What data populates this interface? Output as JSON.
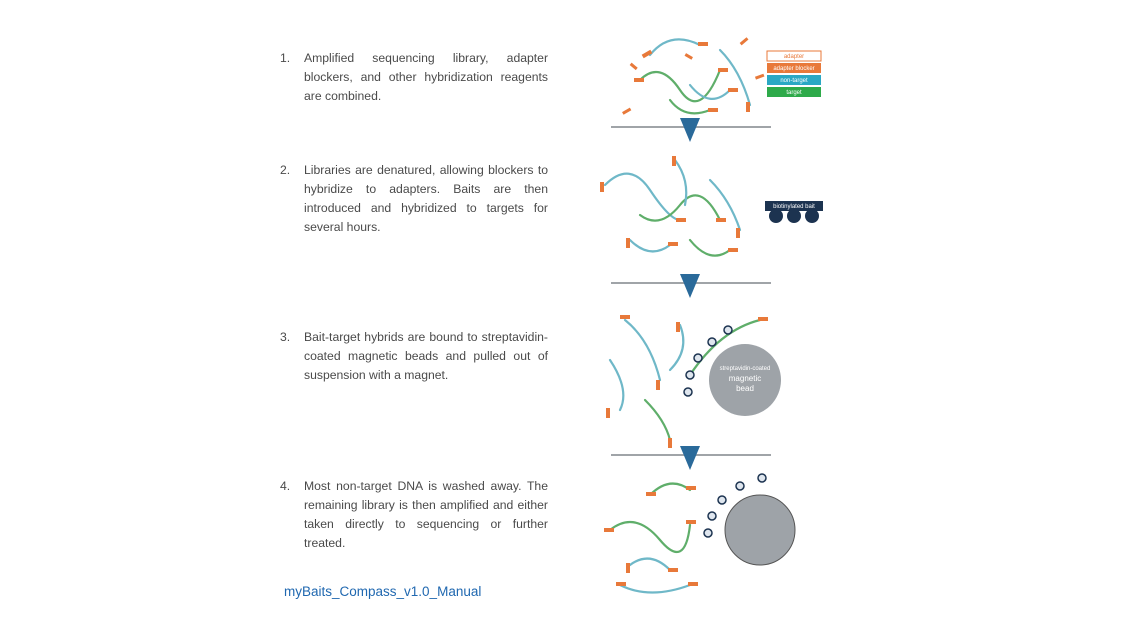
{
  "steps": [
    {
      "number": "1.",
      "text": "Amplified sequencing library, adapter blockers, and other hybridization reagents are combined."
    },
    {
      "number": "2.",
      "text": "Libraries are denatured, allowing blockers to hybridize to adapters. Baits are then introduced and hybridized to targets for several hours."
    },
    {
      "number": "3.",
      "text": "Bait-target hybrids are bound to streptavidin-coated magnetic beads and pulled out of suspension with a magnet."
    },
    {
      "number": "4.",
      "text": "Most non-target DNA is washed away. The remaining library is then amplified and either taken directly to sequencing or further treated."
    }
  ],
  "legend": [
    {
      "label": "adapter",
      "color": "#ffffff",
      "border": "#e8793a",
      "text": "#e8793a"
    },
    {
      "label": "adapter blocker",
      "color": "#e8793a"
    },
    {
      "label": "non-target",
      "color": "#2aa8c4"
    },
    {
      "label": "target",
      "color": "#2eaa4a"
    }
  ],
  "bait_label": "biotinylated bait",
  "bead_label": {
    "line1": "streptavidin-coated",
    "line2": "magnetic",
    "line3": "bead"
  },
  "colors": {
    "adapter": "#e8793a",
    "nontarget": "#6fb8c8",
    "target": "#5fae6a",
    "bait": "#1c3350",
    "bead": "#9ea3a8",
    "divider": "#a0a4a8",
    "arrow": "#2a6a9a"
  },
  "footer_link": "myBaits_Compass_v1.0_Manual"
}
